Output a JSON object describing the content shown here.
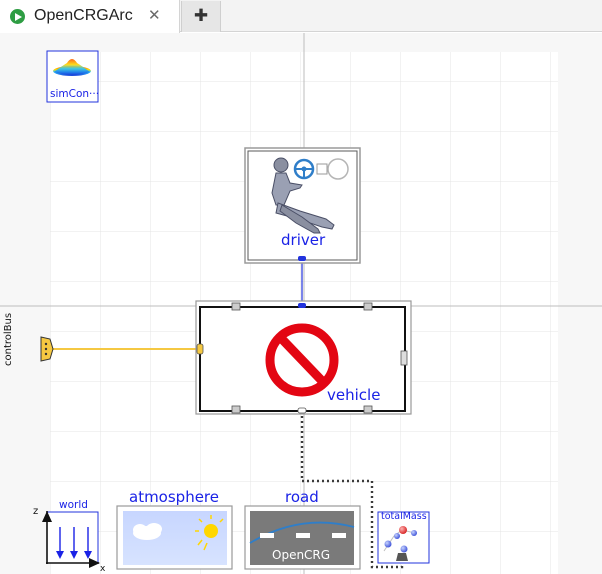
{
  "tab": {
    "title": "OpenCRGArc",
    "close_glyph": "✕",
    "add_glyph": "✚"
  },
  "components": {
    "simcon": {
      "label": "simCon···"
    },
    "driver": {
      "label": "driver"
    },
    "vehicle": {
      "label": "vehicle"
    },
    "control_bus": {
      "label": "controlBus"
    },
    "world": {
      "label": "world",
      "axis_z": "z",
      "axis_x": "x"
    },
    "atmosphere": {
      "label": "atmosphere"
    },
    "road": {
      "label": "road",
      "sublabel": "OpenCRG"
    },
    "total_mass": {
      "label": "totalMass"
    }
  },
  "colors": {
    "label_blue": "#1a22e6",
    "bus_yellow": "#f5c842",
    "forbidden_red": "#e30613",
    "play_green": "#2e9d43"
  },
  "icons": {
    "play": "play-icon",
    "close": "close-icon",
    "add": "plus-icon",
    "vehicle": "forbidden-sign-icon",
    "driver": "driver-figure-icon",
    "steering": "steering-wheel-icon",
    "sun": "sun-icon",
    "cloud": "cloud-icon",
    "road": "road-profile-icon"
  }
}
